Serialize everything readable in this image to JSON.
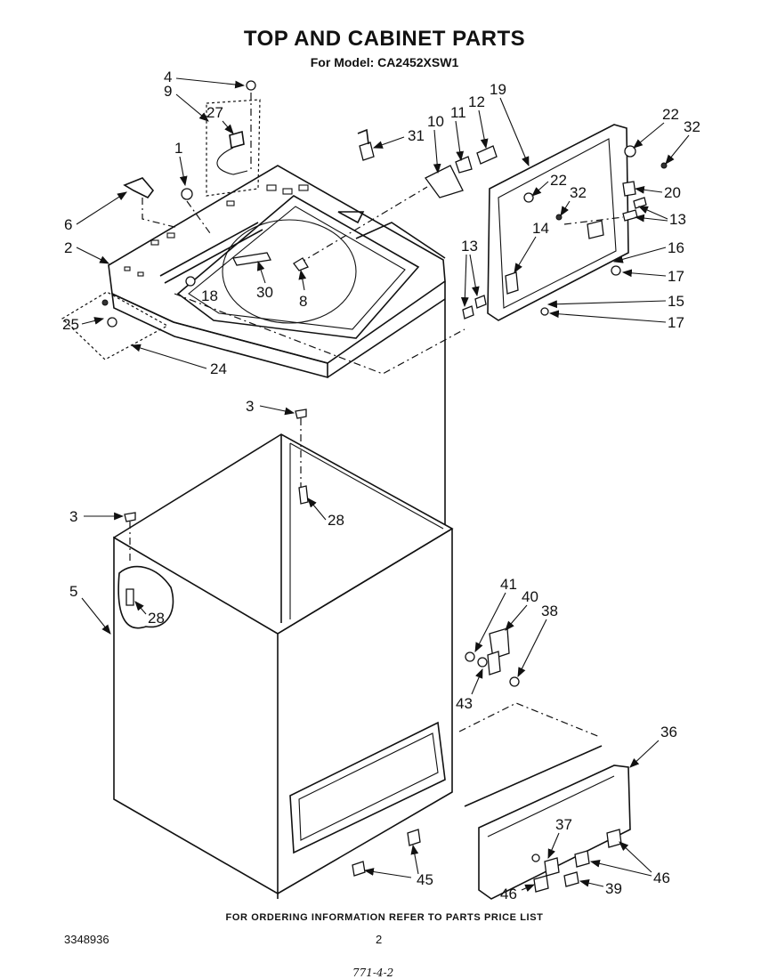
{
  "header": {
    "title": "TOP AND CABINET PARTS",
    "subtitle": "For Model: CA2452XSW1"
  },
  "callouts": [
    "1",
    "2",
    "3",
    "3",
    "4",
    "5",
    "6",
    "8",
    "9",
    "10",
    "11",
    "12",
    "13",
    "13",
    "14",
    "15",
    "16",
    "17",
    "17",
    "18",
    "19",
    "20",
    "22",
    "22",
    "24",
    "25",
    "27",
    "28",
    "28",
    "30",
    "31",
    "32",
    "32",
    "36",
    "37",
    "38",
    "39",
    "40",
    "41",
    "43",
    "45",
    "46",
    "46"
  ],
  "footer": {
    "note": "FOR ORDERING INFORMATION REFER TO PARTS PRICE LIST",
    "doc_number": "3348936",
    "page_number": "2",
    "handwriting": "771-4-2"
  }
}
